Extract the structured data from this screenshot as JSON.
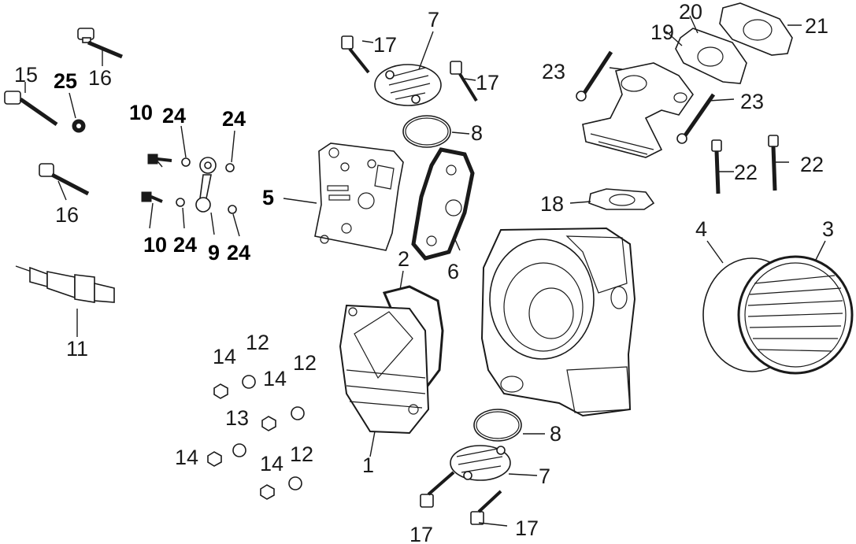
{
  "labels": {
    "l1": "1",
    "l2": "2",
    "l3": "3",
    "l4": "4",
    "l5": "5",
    "l6": "6",
    "l7a": "7",
    "l7b": "7",
    "l8a": "8",
    "l8b": "8",
    "l9": "9",
    "l10a": "10",
    "l10b": "10",
    "l11": "11",
    "l12a": "12",
    "l12b": "12",
    "l12c": "12",
    "l13": "13",
    "l14a": "14",
    "l14b": "14",
    "l14c": "14",
    "l14d": "14",
    "l15": "15",
    "l16a": "16",
    "l16b": "16",
    "l17a": "17",
    "l17b": "17",
    "l17c": "17",
    "l17d": "17",
    "l18": "18",
    "l19": "19",
    "l20": "20",
    "l21": "21",
    "l22a": "22",
    "l22b": "22",
    "l23a": "23",
    "l23b": "23",
    "l24a": "24",
    "l24b": "24",
    "l24c": "24",
    "l24d": "24",
    "l25": "25"
  }
}
